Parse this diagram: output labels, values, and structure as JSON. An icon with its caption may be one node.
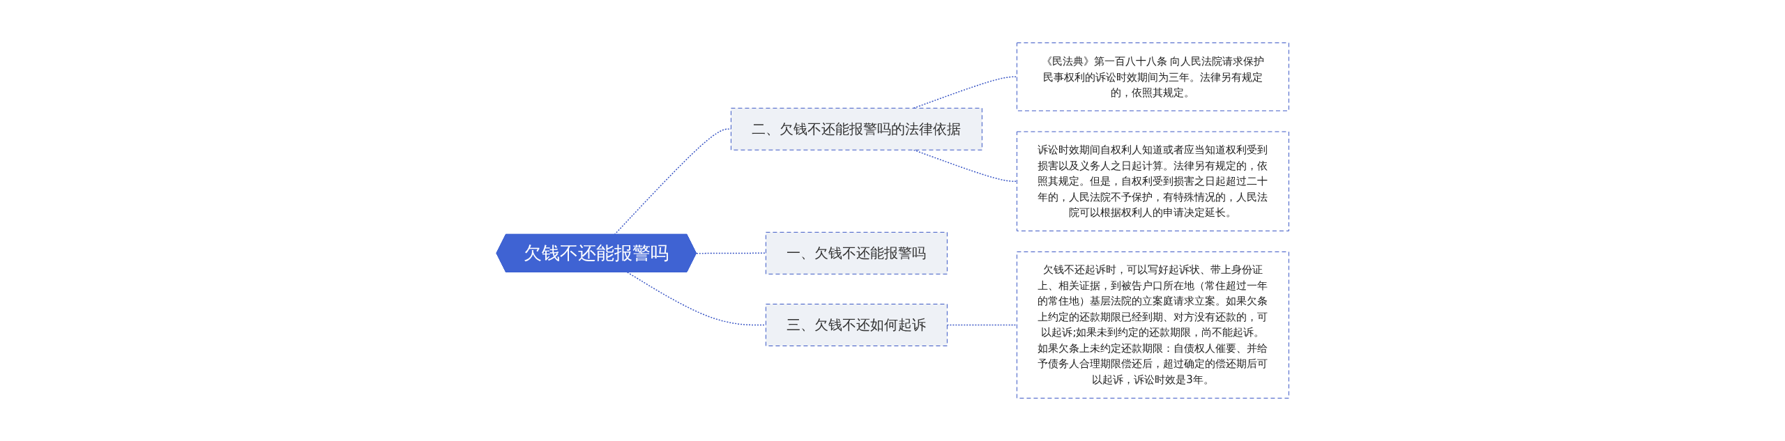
{
  "diagram": {
    "nodes": [
      {
        "text": [
          "欠钱不还能报警吗"
        ]
      },
      {
        "text": [
          "二、欠钱不还能报警吗的法律依据"
        ]
      },
      {
        "text": [
          "《民法典》第一百八十八条 向人民法院请求保护民事权利的诉讼时效期间为三年。法律另有规定的，依照其规定。"
        ]
      },
      {
        "text": [
          "诉讼时效期间自权利人知道或者应当知道权利受到损害以及义务人之日起计算。法律另有规定的，依照其规定。但是，自权利受到损害之日起超过二十年的，人民法院不予保护，有特殊情况的，人民法院可以根据权利人的申请决定延长。"
        ]
      },
      {
        "text": [
          "一、欠钱不还能报警吗"
        ]
      },
      {
        "text": [
          "三、欠钱不还如何起诉"
        ]
      },
      {
        "text": [
          "欠钱不还起诉时，可以写好起诉状、带上身份证上、相关证据，到被告户口所在地（常住超过一年的常住地）基层法院的立案庭请求立案。如果欠条上约定的还款期限已经到期、对方没有还款的，可以起诉;如果未到约定的还款期限，尚不能起诉。如果欠条上未约定还款期限：自债权人催要、并给予债务人合理期限偿还后，超过确定的偿还期后可以起诉，诉讼时效是3年。"
        ]
      }
    ],
    "edges": [
      {
        "from": 0,
        "to": 1,
        "arrow": "none",
        "style": "dashed"
      },
      {
        "from": 1,
        "to": 2,
        "arrow": "none",
        "style": "dashed"
      },
      {
        "from": 1,
        "to": 3,
        "arrow": "none",
        "style": "dashed"
      },
      {
        "from": 0,
        "to": 4,
        "arrow": "none",
        "style": "dashed"
      },
      {
        "from": 0,
        "to": 5,
        "arrow": "none",
        "style": "dashed"
      },
      {
        "from": 5,
        "to": 6,
        "arrow": "none",
        "style": "dashed"
      }
    ]
  }
}
